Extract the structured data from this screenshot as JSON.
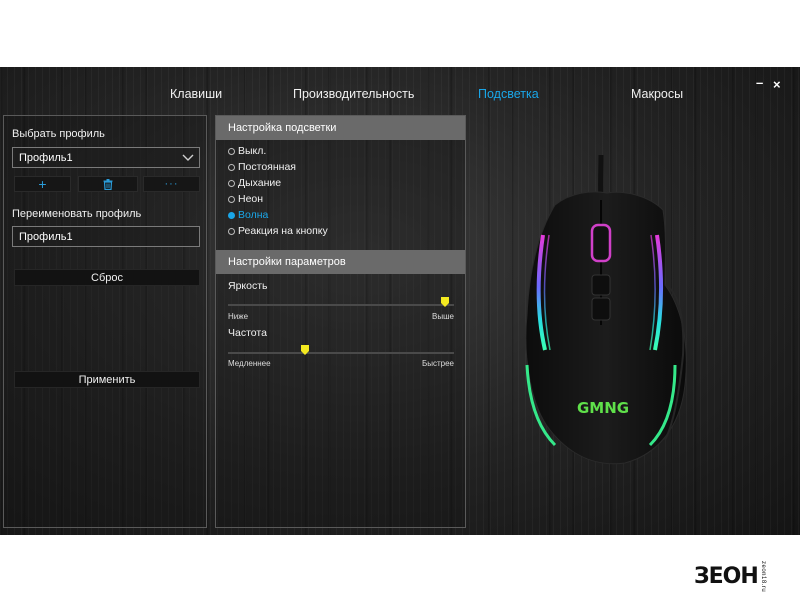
{
  "window": {
    "minimize_label": "–",
    "close_label": "×"
  },
  "tabs": [
    {
      "label": "Клавиши",
      "active": false
    },
    {
      "label": "Производительность",
      "active": false
    },
    {
      "label": "Подсветка",
      "active": true
    },
    {
      "label": "Макросы",
      "active": false
    }
  ],
  "accent_color": "#1aa6e8",
  "profile": {
    "select_label": "Выбрать профиль",
    "selected": "Профиль1",
    "actions": [
      "add-icon",
      "trash-icon",
      "more-icon"
    ],
    "add_label": "+",
    "more_label": "···",
    "rename_label": "Переименовать профиль",
    "rename_value": "Профиль1",
    "reset_label": "Сброс",
    "apply_label": "Применить"
  },
  "lighting": {
    "header": "Настройка подсветки",
    "options": [
      "Выкл.",
      "Постоянная",
      "Дыхание",
      "Неон",
      "Волна",
      "Реакция на кнопку"
    ],
    "selected": "Волна"
  },
  "params": {
    "header": "Настройки параметров",
    "brightness": {
      "label": "Яркость",
      "min_label": "Ниже",
      "max_label": "Выше",
      "value_fraction": 0.96
    },
    "frequency": {
      "label": "Частота",
      "min_label": "Медленнее",
      "max_label": "Быстрее",
      "value_fraction": 0.34
    },
    "thumb_color": "#f4ea20"
  },
  "mouse": {
    "logo_text": "GMNG",
    "logo_color": "#5fe04a"
  },
  "footer": {
    "brand": "ЗЕОН",
    "sub": "zeon18.ru"
  }
}
